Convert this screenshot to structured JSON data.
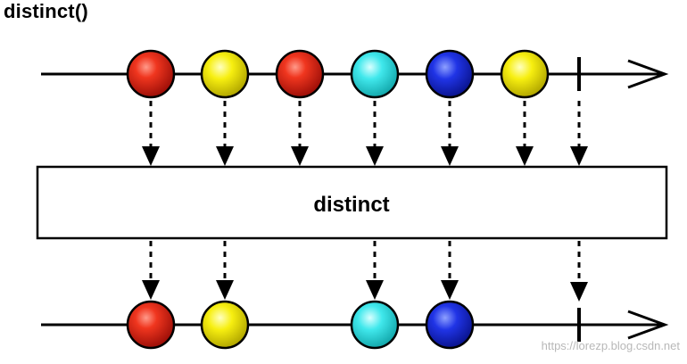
{
  "title": "distinct()",
  "operator_label": "distinct",
  "watermark": "https://lorezp.blog.csdn.net",
  "colors": {
    "red": "#e8231c",
    "yellow": "#f5ee12",
    "cyan": "#3ee6ea",
    "blue": "#1f2fe0",
    "line": "#000000"
  },
  "input_marbles": [
    "red",
    "yellow",
    "red",
    "cyan",
    "blue",
    "yellow"
  ],
  "output_marbles": [
    "red",
    "yellow",
    null,
    "cyan",
    "blue",
    null
  ]
}
